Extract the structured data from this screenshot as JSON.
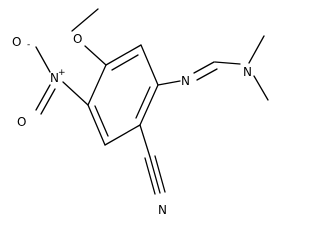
{
  "molecule": {
    "atoms": {
      "methoxy_oxygen": "O",
      "nitro_nitrogen": "N",
      "nitro_nitrogen_charge": "+",
      "nitro_oxygen_top": "O",
      "nitro_oxygen_top_charge": "-",
      "nitro_oxygen_bottom": "O",
      "imine_nitrogen": "N",
      "amine_nitrogen": "N",
      "nitrile_nitrogen": "N"
    }
  },
  "colors": {
    "ink": "#000000",
    "background": "#ffffff"
  }
}
